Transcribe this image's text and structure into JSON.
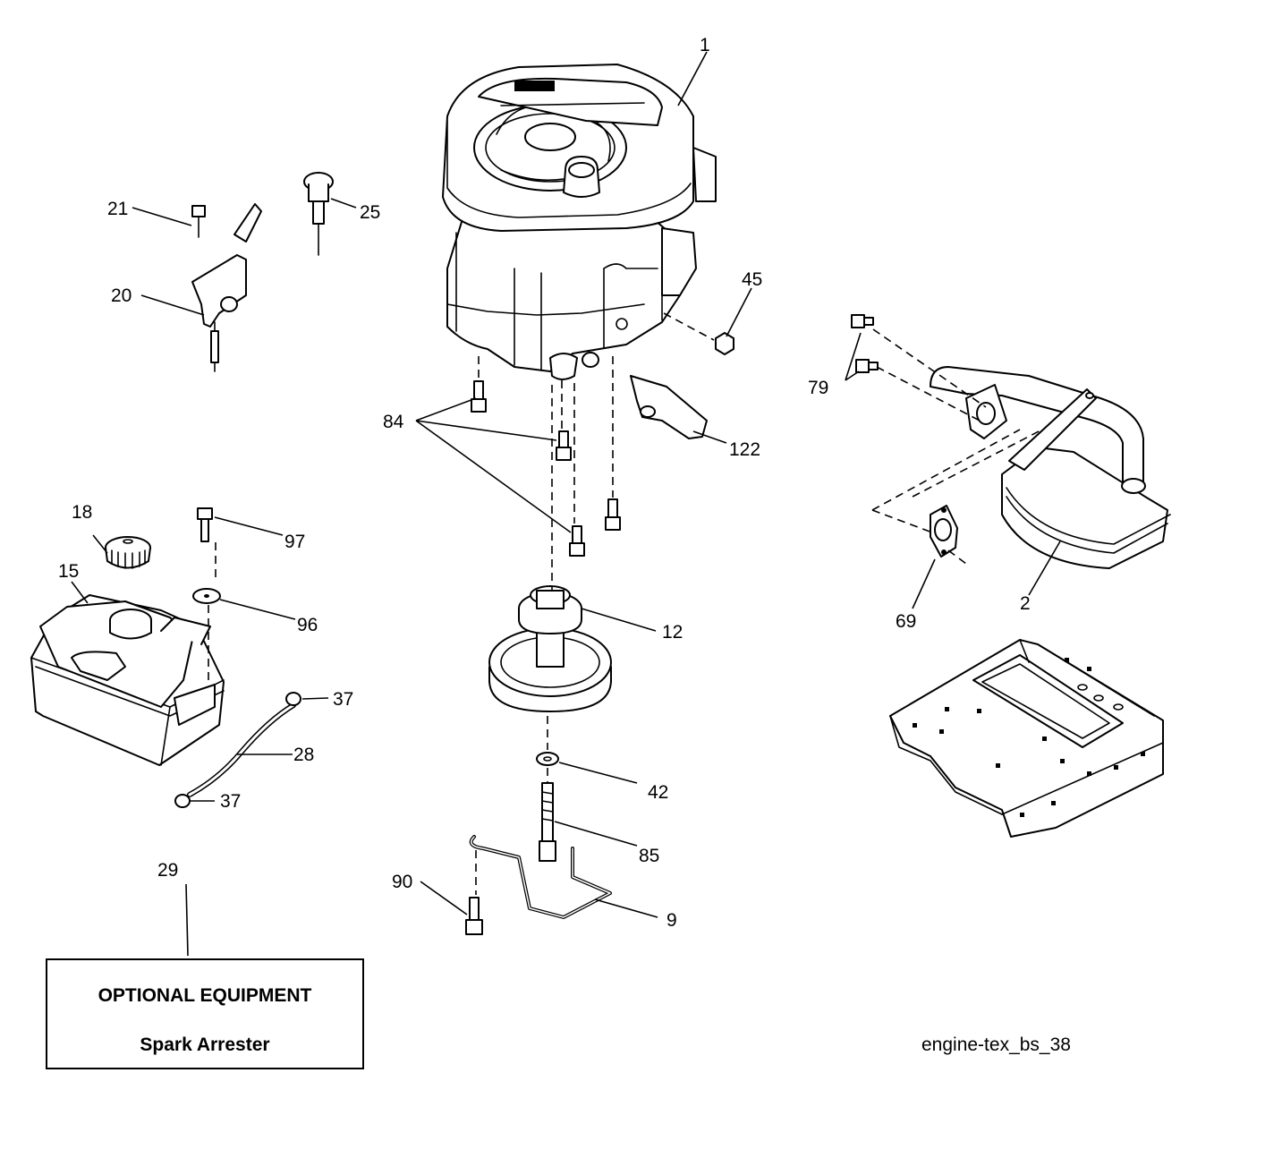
{
  "diagram": {
    "code": "engine-tex_bs_38",
    "callouts": [
      "1",
      "2",
      "9",
      "12",
      "15",
      "18",
      "20",
      "21",
      "25",
      "28",
      "29",
      "37",
      "37",
      "42",
      "45",
      "69",
      "79",
      "84",
      "85",
      "90",
      "96",
      "97",
      "122"
    ],
    "optional_box": {
      "title": "OPTIONAL EQUIPMENT",
      "item": "Spark Arrester"
    }
  }
}
